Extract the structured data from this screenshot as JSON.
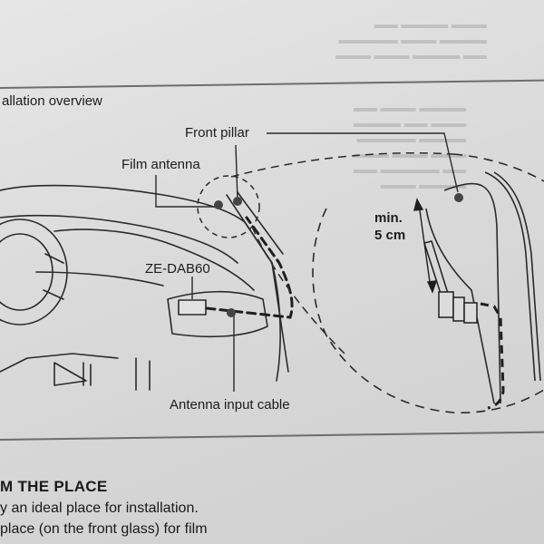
{
  "section": {
    "title": "allation overview"
  },
  "diagram": {
    "labels": {
      "front_pillar": "Front pillar",
      "film_antenna": "Film antenna",
      "device": "ZE-DAB60",
      "antenna_input_cable": "Antenna input cable",
      "min_label": "min.",
      "min_value": "5 cm"
    }
  },
  "instructions": {
    "heading": "M THE PLACE",
    "lines": [
      "y an ideal place for installation.",
      "place (on the front glass) for film"
    ]
  }
}
